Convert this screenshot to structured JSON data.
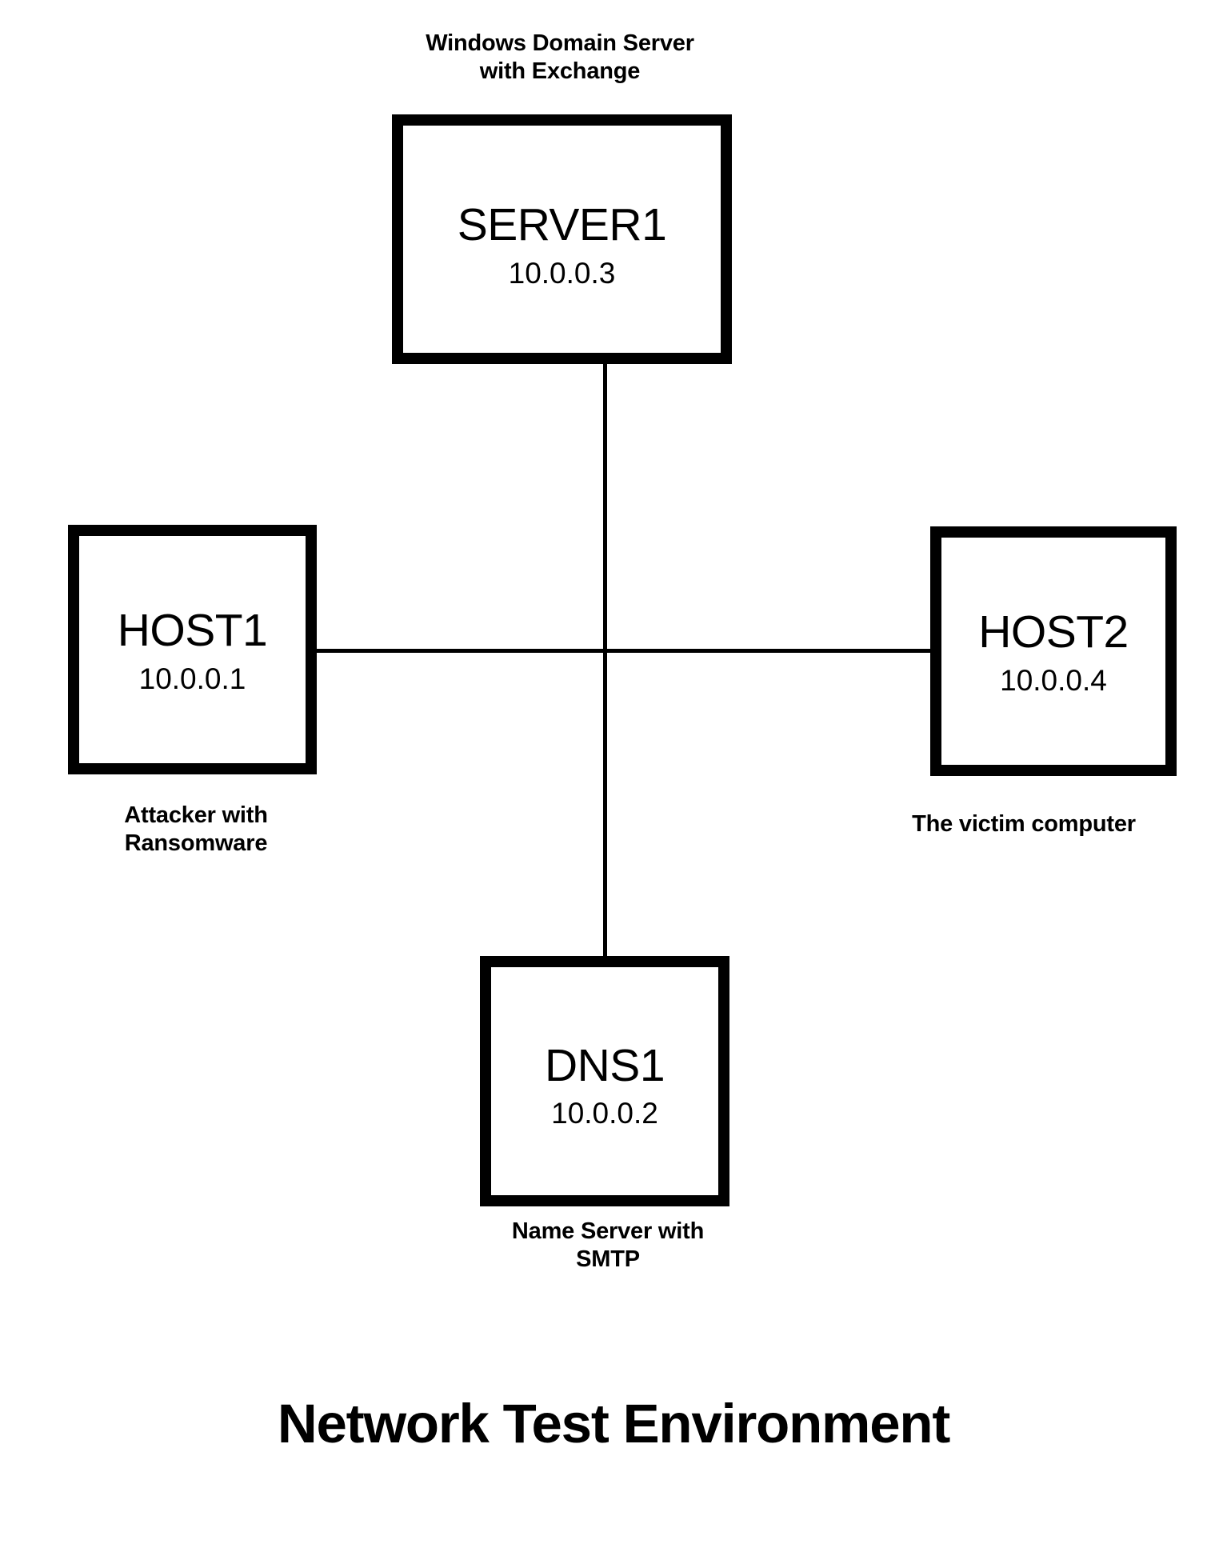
{
  "diagram": {
    "title": "Network Test Environment",
    "type": "network-topology",
    "background_color": "#ffffff",
    "line_color": "#000000",
    "nodes": [
      {
        "id": "server1",
        "name": "SERVER1",
        "ip": "10.0.0.3",
        "caption": "Windows Domain Server\nwith Exchange",
        "caption_position": "above",
        "position": "top"
      },
      {
        "id": "host1",
        "name": "HOST1",
        "ip": "10.0.0.1",
        "caption": "Attacker with\nRansomware",
        "caption_position": "below",
        "position": "left"
      },
      {
        "id": "host2",
        "name": "HOST2",
        "ip": "10.0.0.4",
        "caption": "The victim computer",
        "caption_position": "below",
        "position": "right"
      },
      {
        "id": "dns1",
        "name": "DNS1",
        "ip": "10.0.0.2",
        "caption": "Name Server with\nSMTP",
        "caption_position": "below",
        "position": "bottom"
      }
    ],
    "links": [
      {
        "id": "link-server1-bus",
        "from": "server1",
        "to": "bus",
        "orientation": "vertical"
      },
      {
        "id": "link-host1-bus",
        "from": "host1",
        "to": "bus",
        "orientation": "horizontal"
      },
      {
        "id": "link-host2-bus",
        "from": "host2",
        "to": "bus",
        "orientation": "horizontal"
      },
      {
        "id": "link-dns1-bus",
        "from": "dns1",
        "to": "bus",
        "orientation": "vertical"
      }
    ]
  }
}
